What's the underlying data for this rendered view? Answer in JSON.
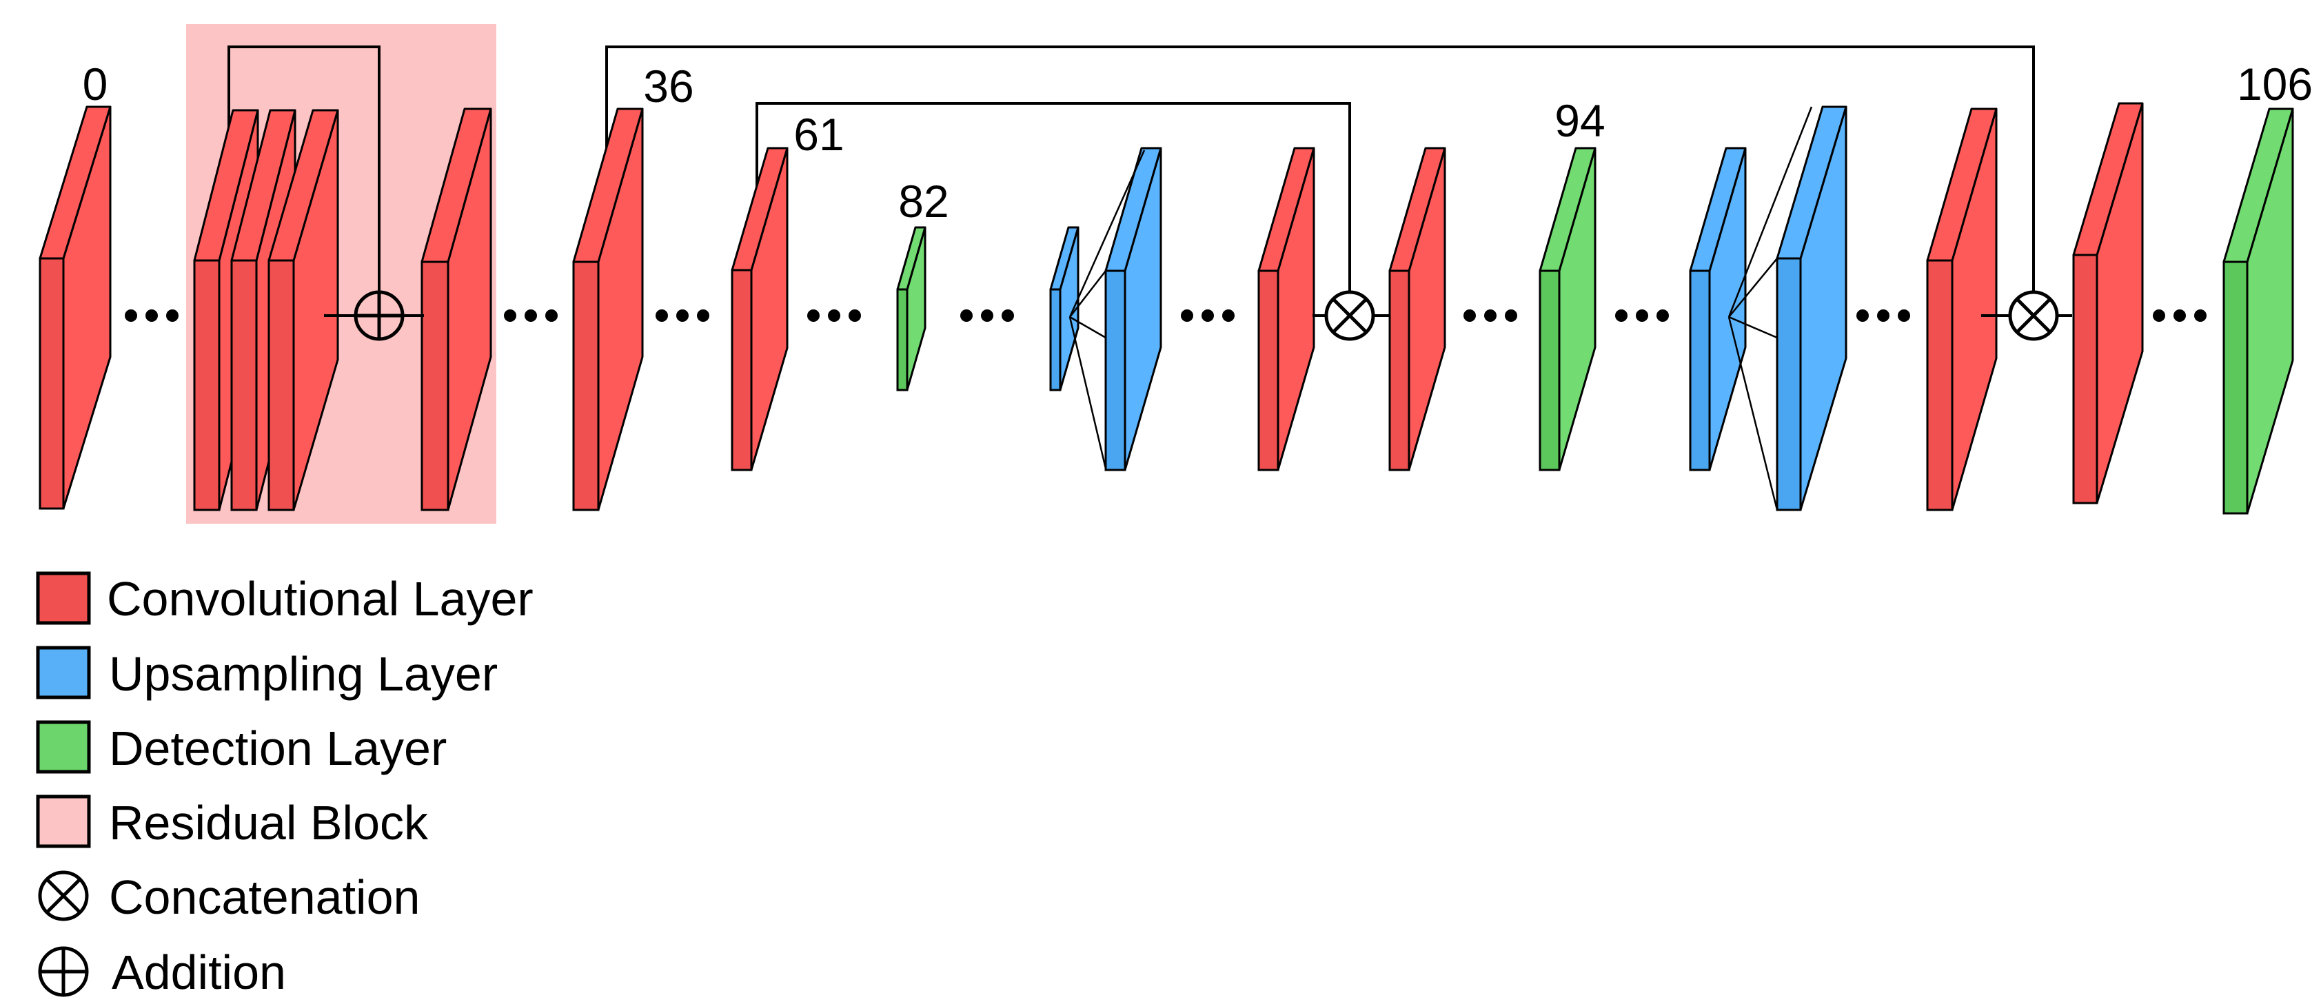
{
  "layer_numbers": {
    "n0": "0",
    "n36": "36",
    "n61": "61",
    "n82": "82",
    "n94": "94",
    "n106": "106"
  },
  "legend": [
    {
      "label": "Convolutional Layer",
      "kind": "swatch",
      "color": "#f05050"
    },
    {
      "label": "Upsampling Layer",
      "kind": "swatch",
      "color": "#58b0f8"
    },
    {
      "label": "Detection Layer",
      "kind": "swatch",
      "color": "#6cd66c"
    },
    {
      "label": "Residual Block",
      "kind": "swatch",
      "color": "#fcc4c4"
    },
    {
      "label": "Concatenation",
      "kind": "otimes"
    },
    {
      "label": "Addition",
      "kind": "oplus"
    }
  ],
  "colors": {
    "conv_front": "#f05050",
    "conv_side": "#ff5a5a",
    "up_front": "#4aa6f0",
    "up_side": "#5ab4ff",
    "det_front": "#5cc85c",
    "det_side": "#72dc72",
    "residual_block": "#fcc4c4"
  }
}
